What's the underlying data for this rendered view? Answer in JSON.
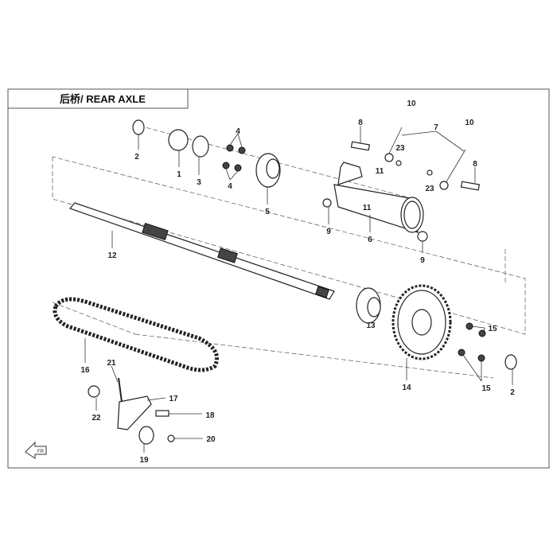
{
  "title": "后桥/ REAR AXLE",
  "callouts": {
    "c1": "1",
    "c2a": "2",
    "c2b": "2",
    "c3": "3",
    "c4a": "4",
    "c4b": "4",
    "c5": "5",
    "c6": "6",
    "c7": "7",
    "c8a": "8",
    "c8b": "8",
    "c9a": "9",
    "c9b": "9",
    "c10a": "10",
    "c10b": "10",
    "c11a": "11",
    "c11b": "11",
    "c12": "12",
    "c13": "13",
    "c14": "14",
    "c15a": "15",
    "c15b": "15",
    "c16": "16",
    "c17": "17",
    "c18": "18",
    "c19": "19",
    "c20": "20",
    "c21": "21",
    "c22": "22",
    "c23a": "23",
    "c23b": "23"
  },
  "front_arrow_label": "FR"
}
